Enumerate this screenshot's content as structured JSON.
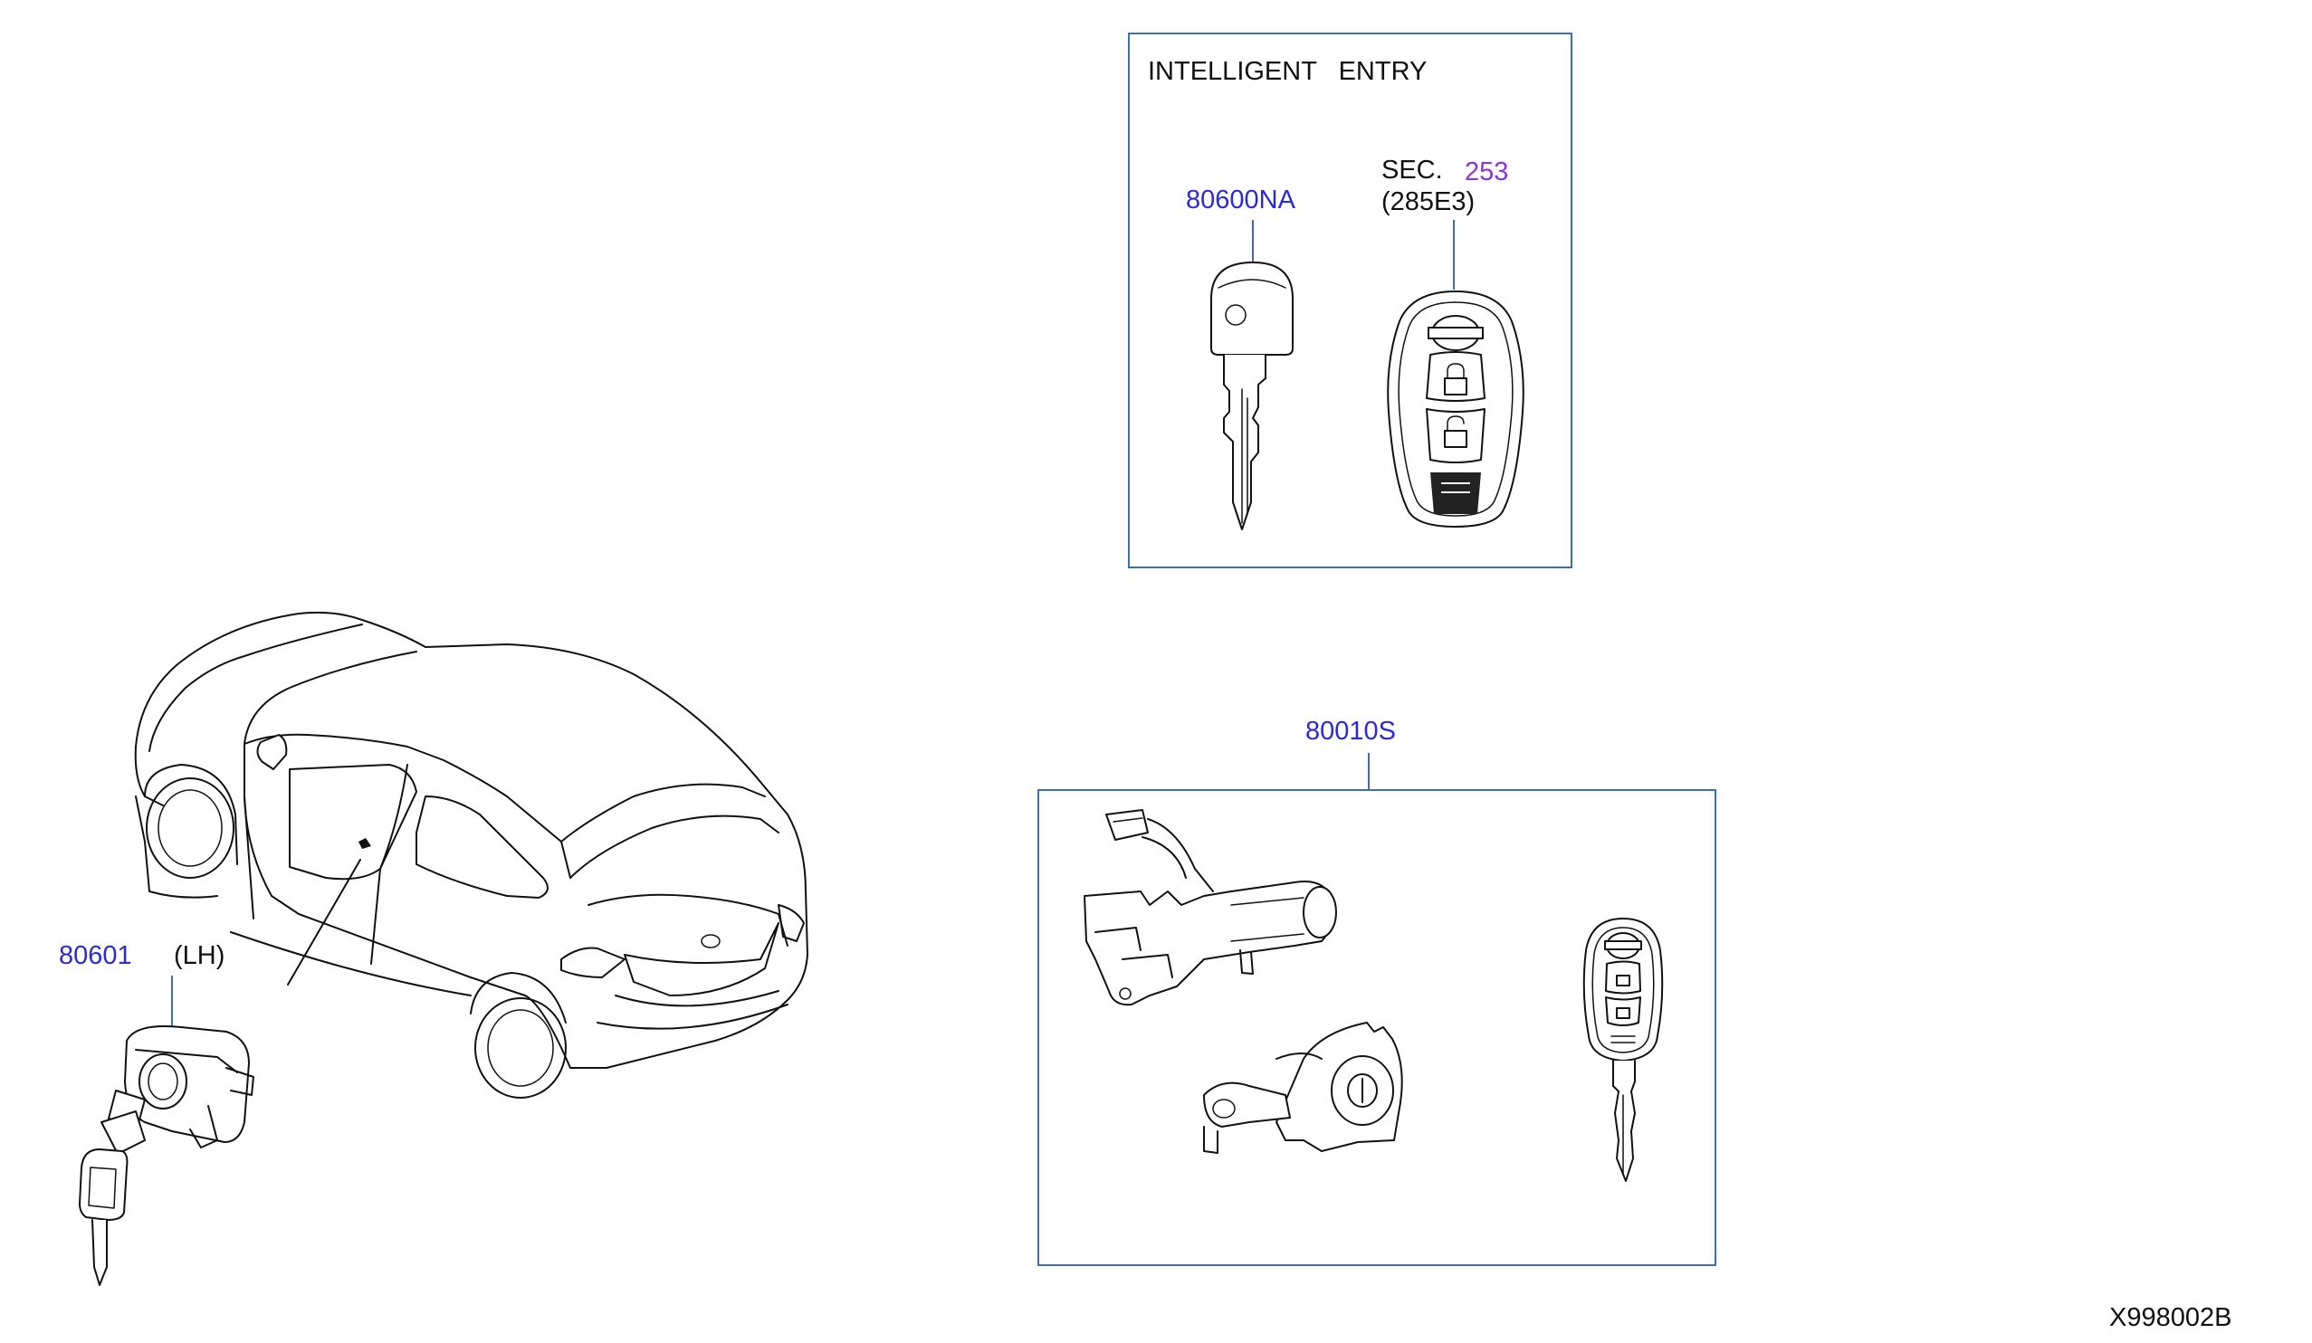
{
  "colors": {
    "part_number": "#2a2ad8",
    "section_number": "#8a35d6",
    "frame": "#3a6fb0",
    "ink": "#111111"
  },
  "intelligent_entry": {
    "title": "INTELLIGENT   ENTRY",
    "key_part_number": "80600NA",
    "sec_label": "SEC.",
    "sec_number": "253",
    "sec_code": "(285E3)"
  },
  "ignition_set": {
    "part_number": "80010S"
  },
  "door_lock": {
    "part_number": "80601",
    "side": "(LH)"
  },
  "diagram_id": "X998002B",
  "icons": [
    "key-blade-icon",
    "smart-key-fob-icon",
    "vehicle-illustration",
    "door-lock-cylinder-icon",
    "ignition-switch-icon",
    "steering-lock-icon",
    "remote-key-icon"
  ]
}
